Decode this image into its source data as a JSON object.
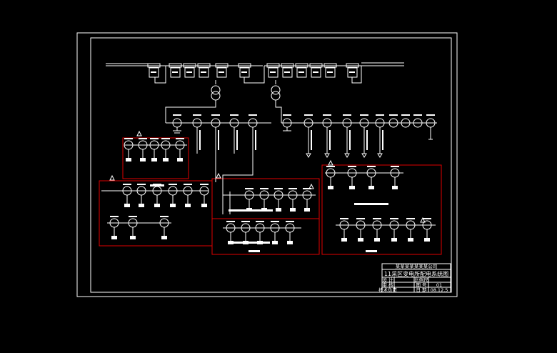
{
  "drawing": {
    "title_block": {
      "company": "某某某某某某某公司",
      "title": "11采区变电所配电系统图",
      "rows": [
        [
          "设 计",
          "",
          "比例尺",
          ""
        ],
        [
          "审 核",
          "",
          "图 号",
          "01"
        ],
        [
          "技术负责",
          "",
          "日 期",
          "08.12.5"
        ]
      ]
    },
    "colors": {
      "background": "#000000",
      "lines": "#ffffff",
      "regions": "#e00000"
    }
  }
}
